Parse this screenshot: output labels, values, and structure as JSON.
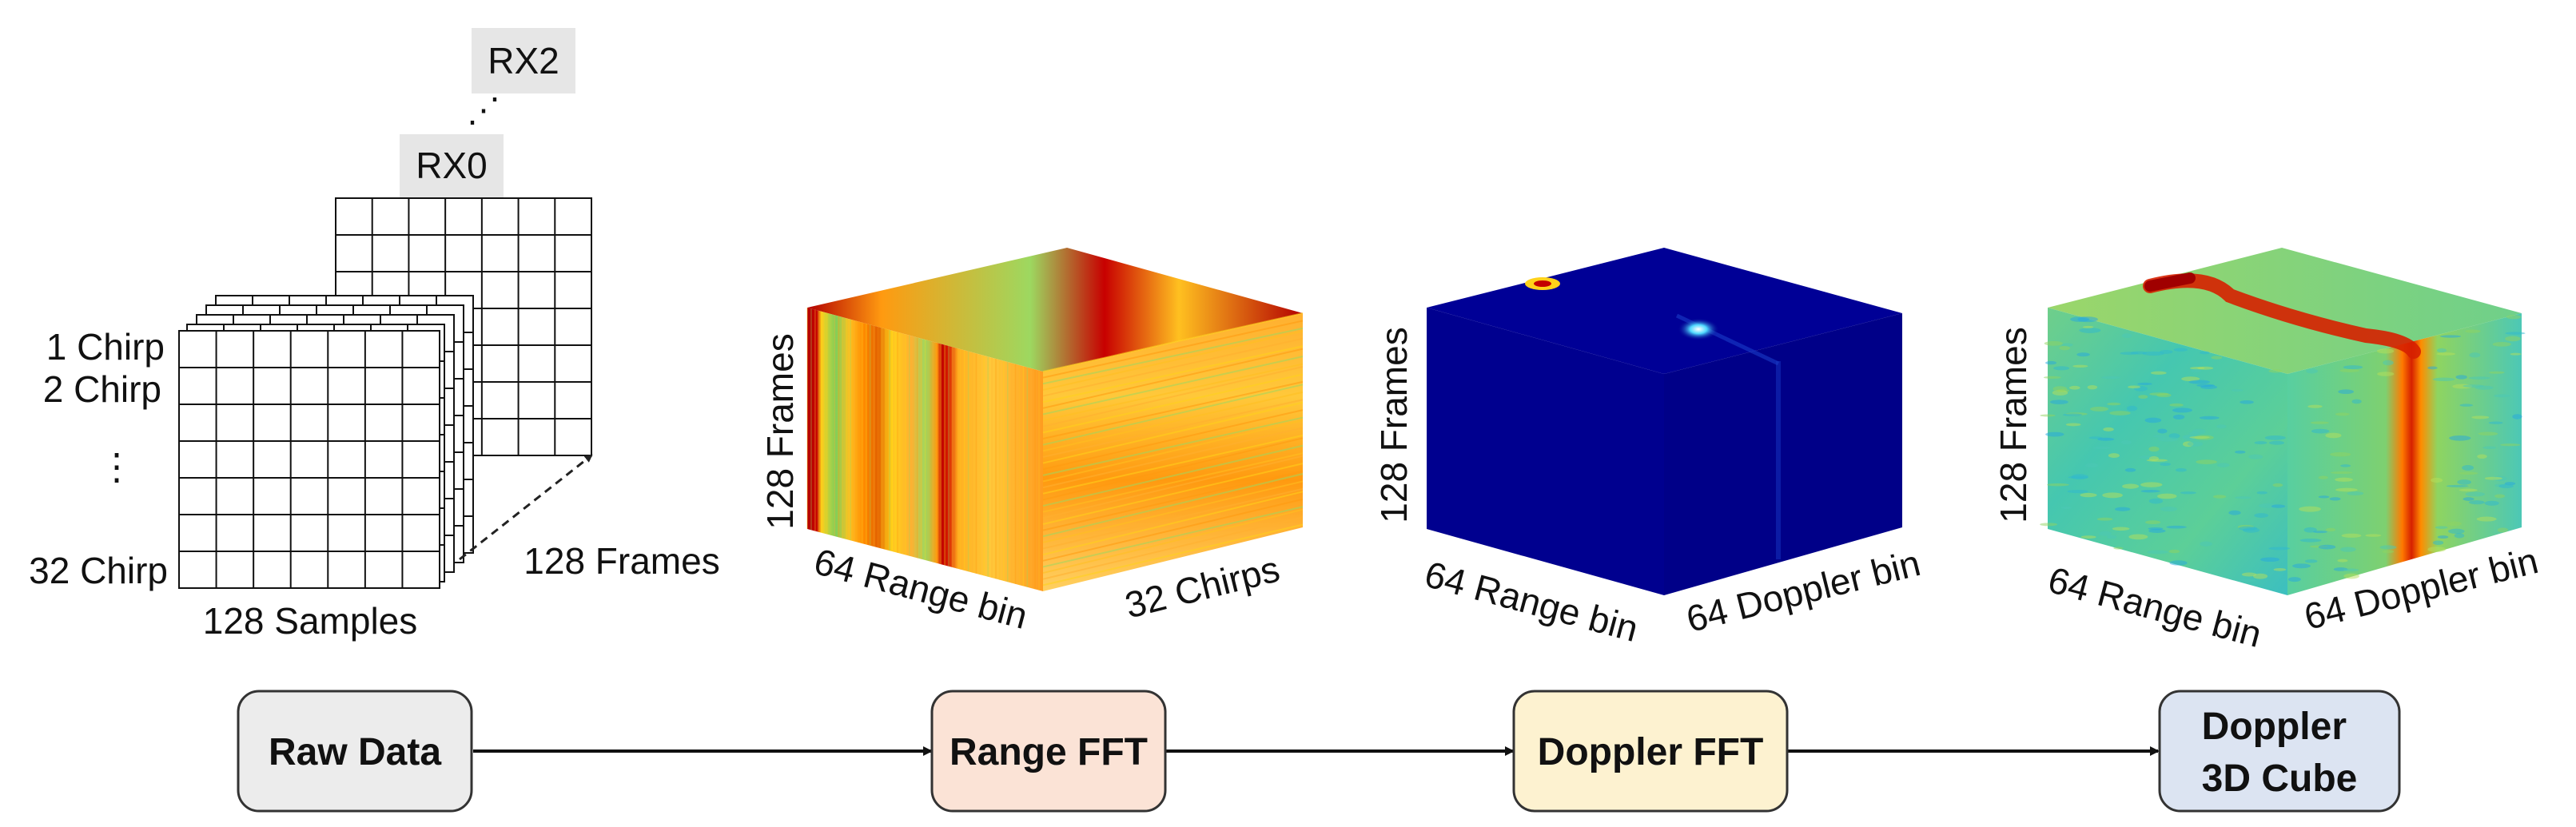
{
  "raw_cube": {
    "rx_labels": [
      "RX2",
      "RX0"
    ],
    "rx_ellipsis": "⋰",
    "chirp_labels": [
      "1 Chirp",
      "2 Chirp",
      "⋮",
      "32 Chirp"
    ],
    "samples_label": "128 Samples",
    "frames_label": "128 Frames"
  },
  "range_cube": {
    "frames_label": "128 Frames",
    "range_label": "64 Range bin",
    "chirps_label": "32 Chirps"
  },
  "doppler_cube": {
    "frames_label": "128 Frames",
    "range_label": "64 Range bin",
    "doppler_label": "64 Doppler bin"
  },
  "doppler3d_cube": {
    "frames_label": "128 Frames",
    "range_label": "64 Range bin",
    "doppler_label": "64 Doppler bin"
  },
  "pipeline": {
    "stages": [
      {
        "label": "Raw Data",
        "fill": "#ececec"
      },
      {
        "label": "Range FFT",
        "fill": "#fbe3d6"
      },
      {
        "label": "Doppler FFT",
        "fill": "#fdf2d0"
      },
      {
        "label": "Doppler\n3D Cube",
        "fill": "#dce4f2"
      }
    ]
  },
  "colors": {
    "jet_red": "#b30000",
    "jet_orange": "#ff8c00",
    "jet_yellow": "#ffd21a",
    "jet_green": "#7ecf5a",
    "jet_cyan": "#36c4c4",
    "jet_blue": "#00008f",
    "rx_badge": "#e6e6e6"
  }
}
